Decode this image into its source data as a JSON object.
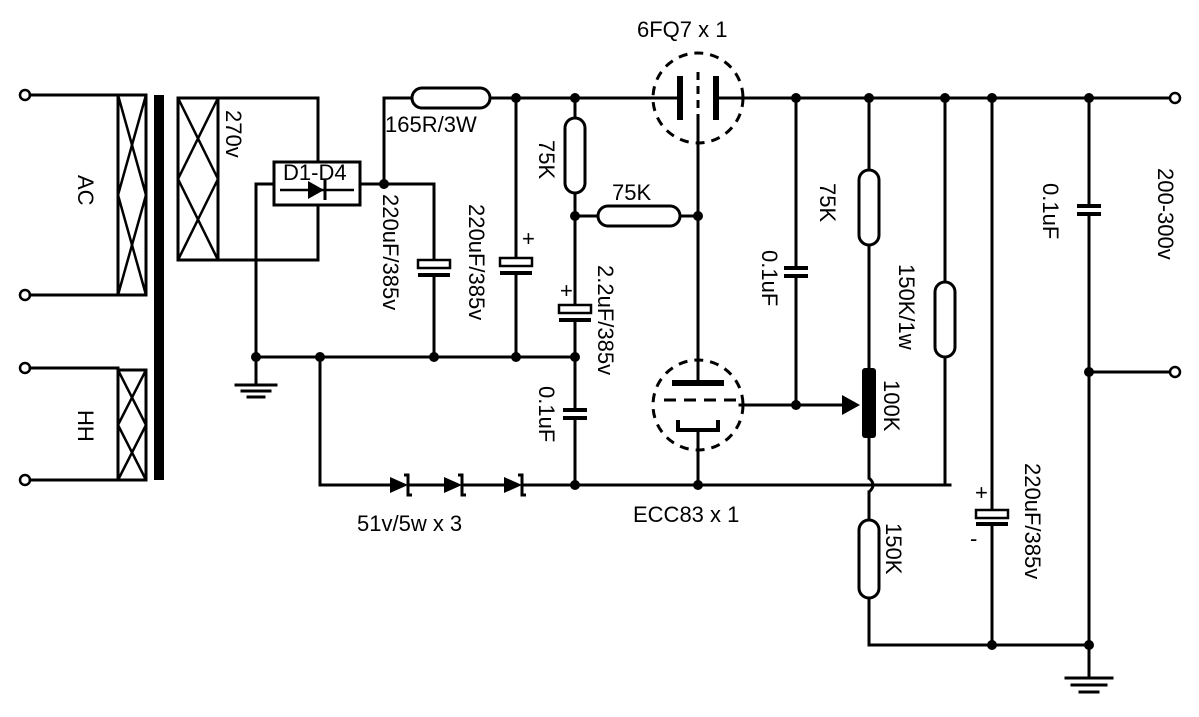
{
  "labels": {
    "ac": "AC",
    "hh": "HH",
    "v270": "270v",
    "diode_bridge": "D1-D4",
    "r_165": "165R/3W",
    "c1": "220uF/385v",
    "c2": "220uF/385v",
    "r_75k_a": "75K",
    "r_75k_b": "75K",
    "c_22": "2.2uF/385v",
    "c_01_a": "0.1uF",
    "zener": "51v/5w x 3",
    "tube1": "6FQ7 x 1",
    "tube2": "ECC83 x 1",
    "c_01_b": "0.1uF",
    "r_75k_c": "75K",
    "r_150k_1w": "150K/1w",
    "pot_100k": "100K",
    "r_150k": "150K",
    "c_01_c": "0.1uF",
    "c3": "220uF/385v",
    "output": "200-300v"
  }
}
